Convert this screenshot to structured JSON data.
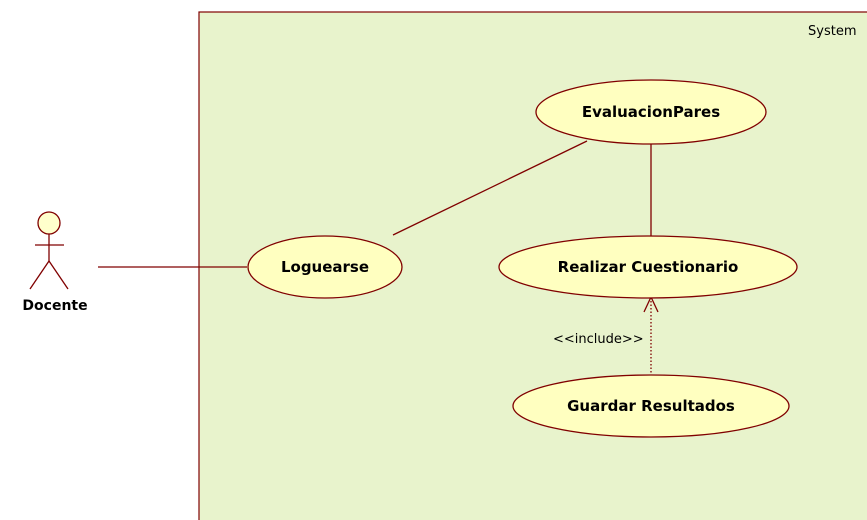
{
  "system": {
    "label": "System",
    "fill": "#e8f3cc",
    "stroke": "#800000"
  },
  "actor": {
    "name": "Docente",
    "fill": "#ffffcc"
  },
  "use_cases": {
    "evaluacion": "EvaluacionPares",
    "loguearse": "Loguearse",
    "realizar": "Realizar Cuestionario",
    "guardar": "Guardar Resultados",
    "fill": "#ffffc0"
  },
  "relationships": {
    "include_label": "<<include>>"
  },
  "colors": {
    "line": "#800000"
  }
}
